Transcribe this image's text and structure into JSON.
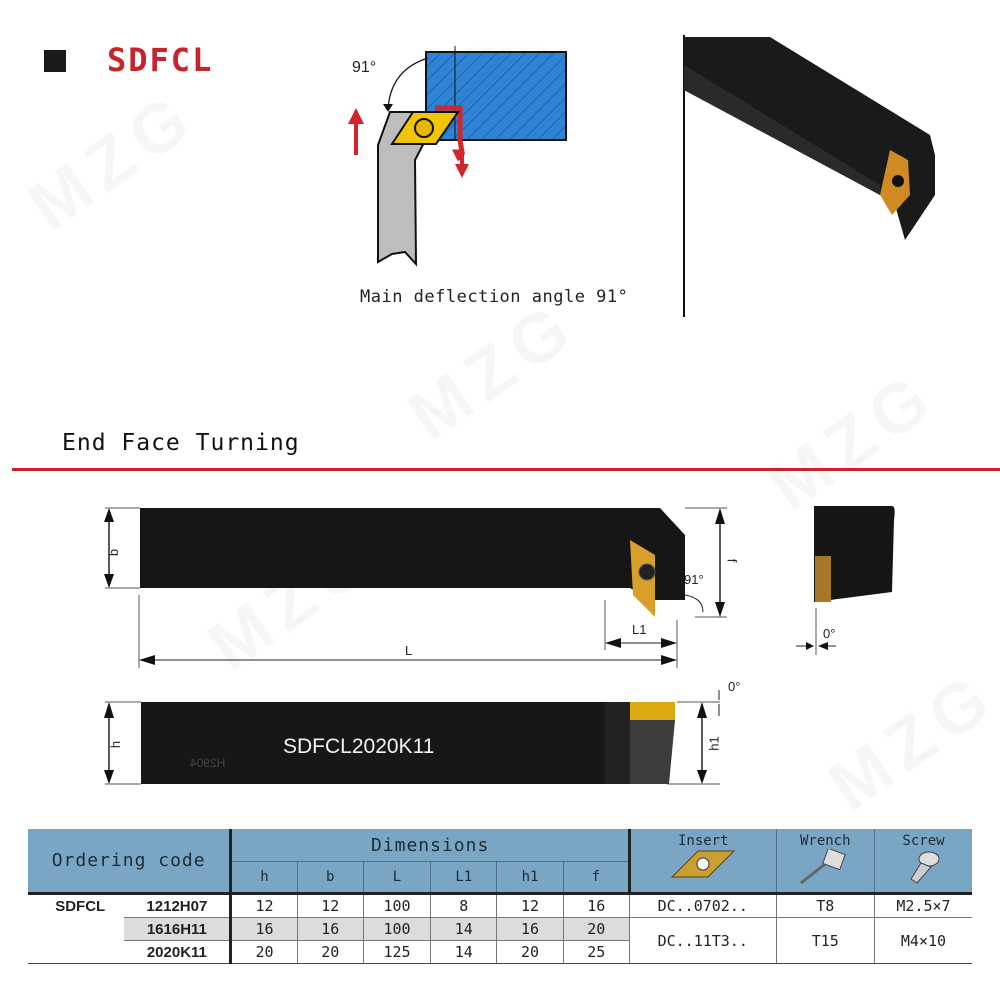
{
  "header": {
    "title": "SDFCL"
  },
  "diagram_top": {
    "angle_label": "91°",
    "caption": "Main deflection angle 91°",
    "colors": {
      "workpiece": "#2f82d6",
      "insert": "#f0c400",
      "holder": "#b8b8b8",
      "arrow": "#d0262c"
    }
  },
  "section": {
    "title": "End Face Turning",
    "rule_color": "#c8232c"
  },
  "drawing": {
    "dim_b": "b",
    "dim_L": "L",
    "dim_L1": "L1",
    "dim_f": "f",
    "angle_91": "91°",
    "angle_0_side": "0°",
    "angle_0_top": "0°",
    "dim_h": "h",
    "dim_h1": "h1",
    "engraving": "SDFCL2020K11",
    "mirror_mark": "H2904"
  },
  "table": {
    "headers": {
      "ordering_code": "Ordering code",
      "dimensions": "Dimensions",
      "insert": "Insert",
      "wrench": "Wrench",
      "screw": "Screw",
      "dim_cols": [
        "h",
        "b",
        "L",
        "L1",
        "h1",
        "f"
      ]
    },
    "series": "SDFCL",
    "rows": [
      {
        "code": "1212H07",
        "h": "12",
        "b": "12",
        "L": "100",
        "L1": "8",
        "h1": "12",
        "f": "16"
      },
      {
        "code": "1616H11",
        "h": "16",
        "b": "16",
        "L": "100",
        "L1": "14",
        "h1": "16",
        "f": "20"
      },
      {
        "code": "2020K11",
        "h": "20",
        "b": "20",
        "L": "125",
        "L1": "14",
        "h1": "20",
        "f": "25"
      }
    ],
    "accessories": [
      {
        "insert": "DC..0702..",
        "wrench": "T8",
        "screw": "M2.5×7"
      },
      {
        "insert": "DC..11T3..",
        "wrench": "T15",
        "screw": "M4×10"
      }
    ],
    "header_color": "#7aa6c6"
  }
}
